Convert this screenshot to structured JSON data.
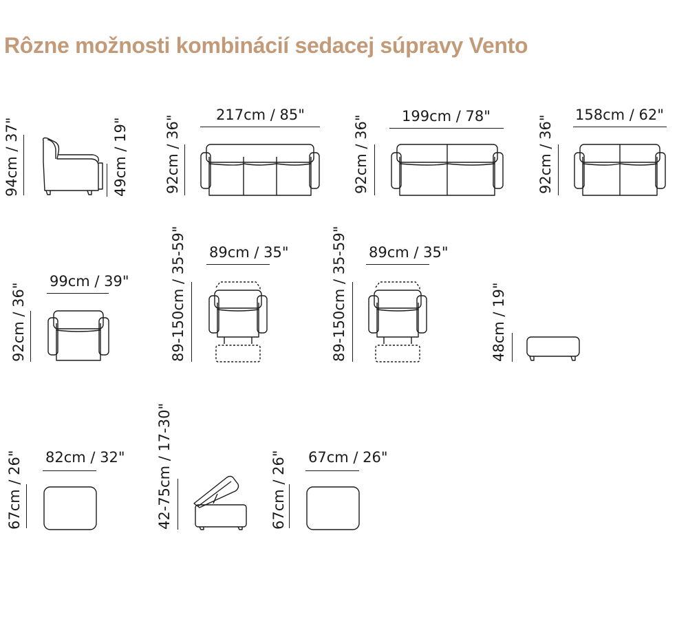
{
  "title": "Rôzne možnosti kombinácií sedacej súpravy Vento",
  "items": [
    {
      "name": "armchair-side",
      "width": "",
      "height": "94cm / 37\"",
      "height2": "49cm / 19\""
    },
    {
      "name": "sofa-3",
      "width": "217cm / 85\"",
      "height": "92cm / 36\""
    },
    {
      "name": "sofa-2-large",
      "width": "199cm / 78\"",
      "height": "92cm / 36\""
    },
    {
      "name": "sofa-2-small",
      "width": "158cm / 62\"",
      "height": "92cm / 36\""
    },
    {
      "name": "armchair",
      "width": "99cm / 39\"",
      "height": "92cm / 36\""
    },
    {
      "name": "recliner-1",
      "width": "89cm / 35\"",
      "height": "89-150cm / 35-59\""
    },
    {
      "name": "recliner-2",
      "width": "89cm / 35\"",
      "height": "89-150cm / 35-59\""
    },
    {
      "name": "ottoman",
      "width": "",
      "height": "48cm / 19\""
    },
    {
      "name": "pouf-large",
      "width": "82cm / 32\"",
      "height": "67cm / 26\""
    },
    {
      "name": "storage-pouf",
      "width": "",
      "height": "42-75cm / 17-30\""
    },
    {
      "name": "pouf-small",
      "width": "67cm / 26\"",
      "height": "67cm / 26\""
    }
  ]
}
